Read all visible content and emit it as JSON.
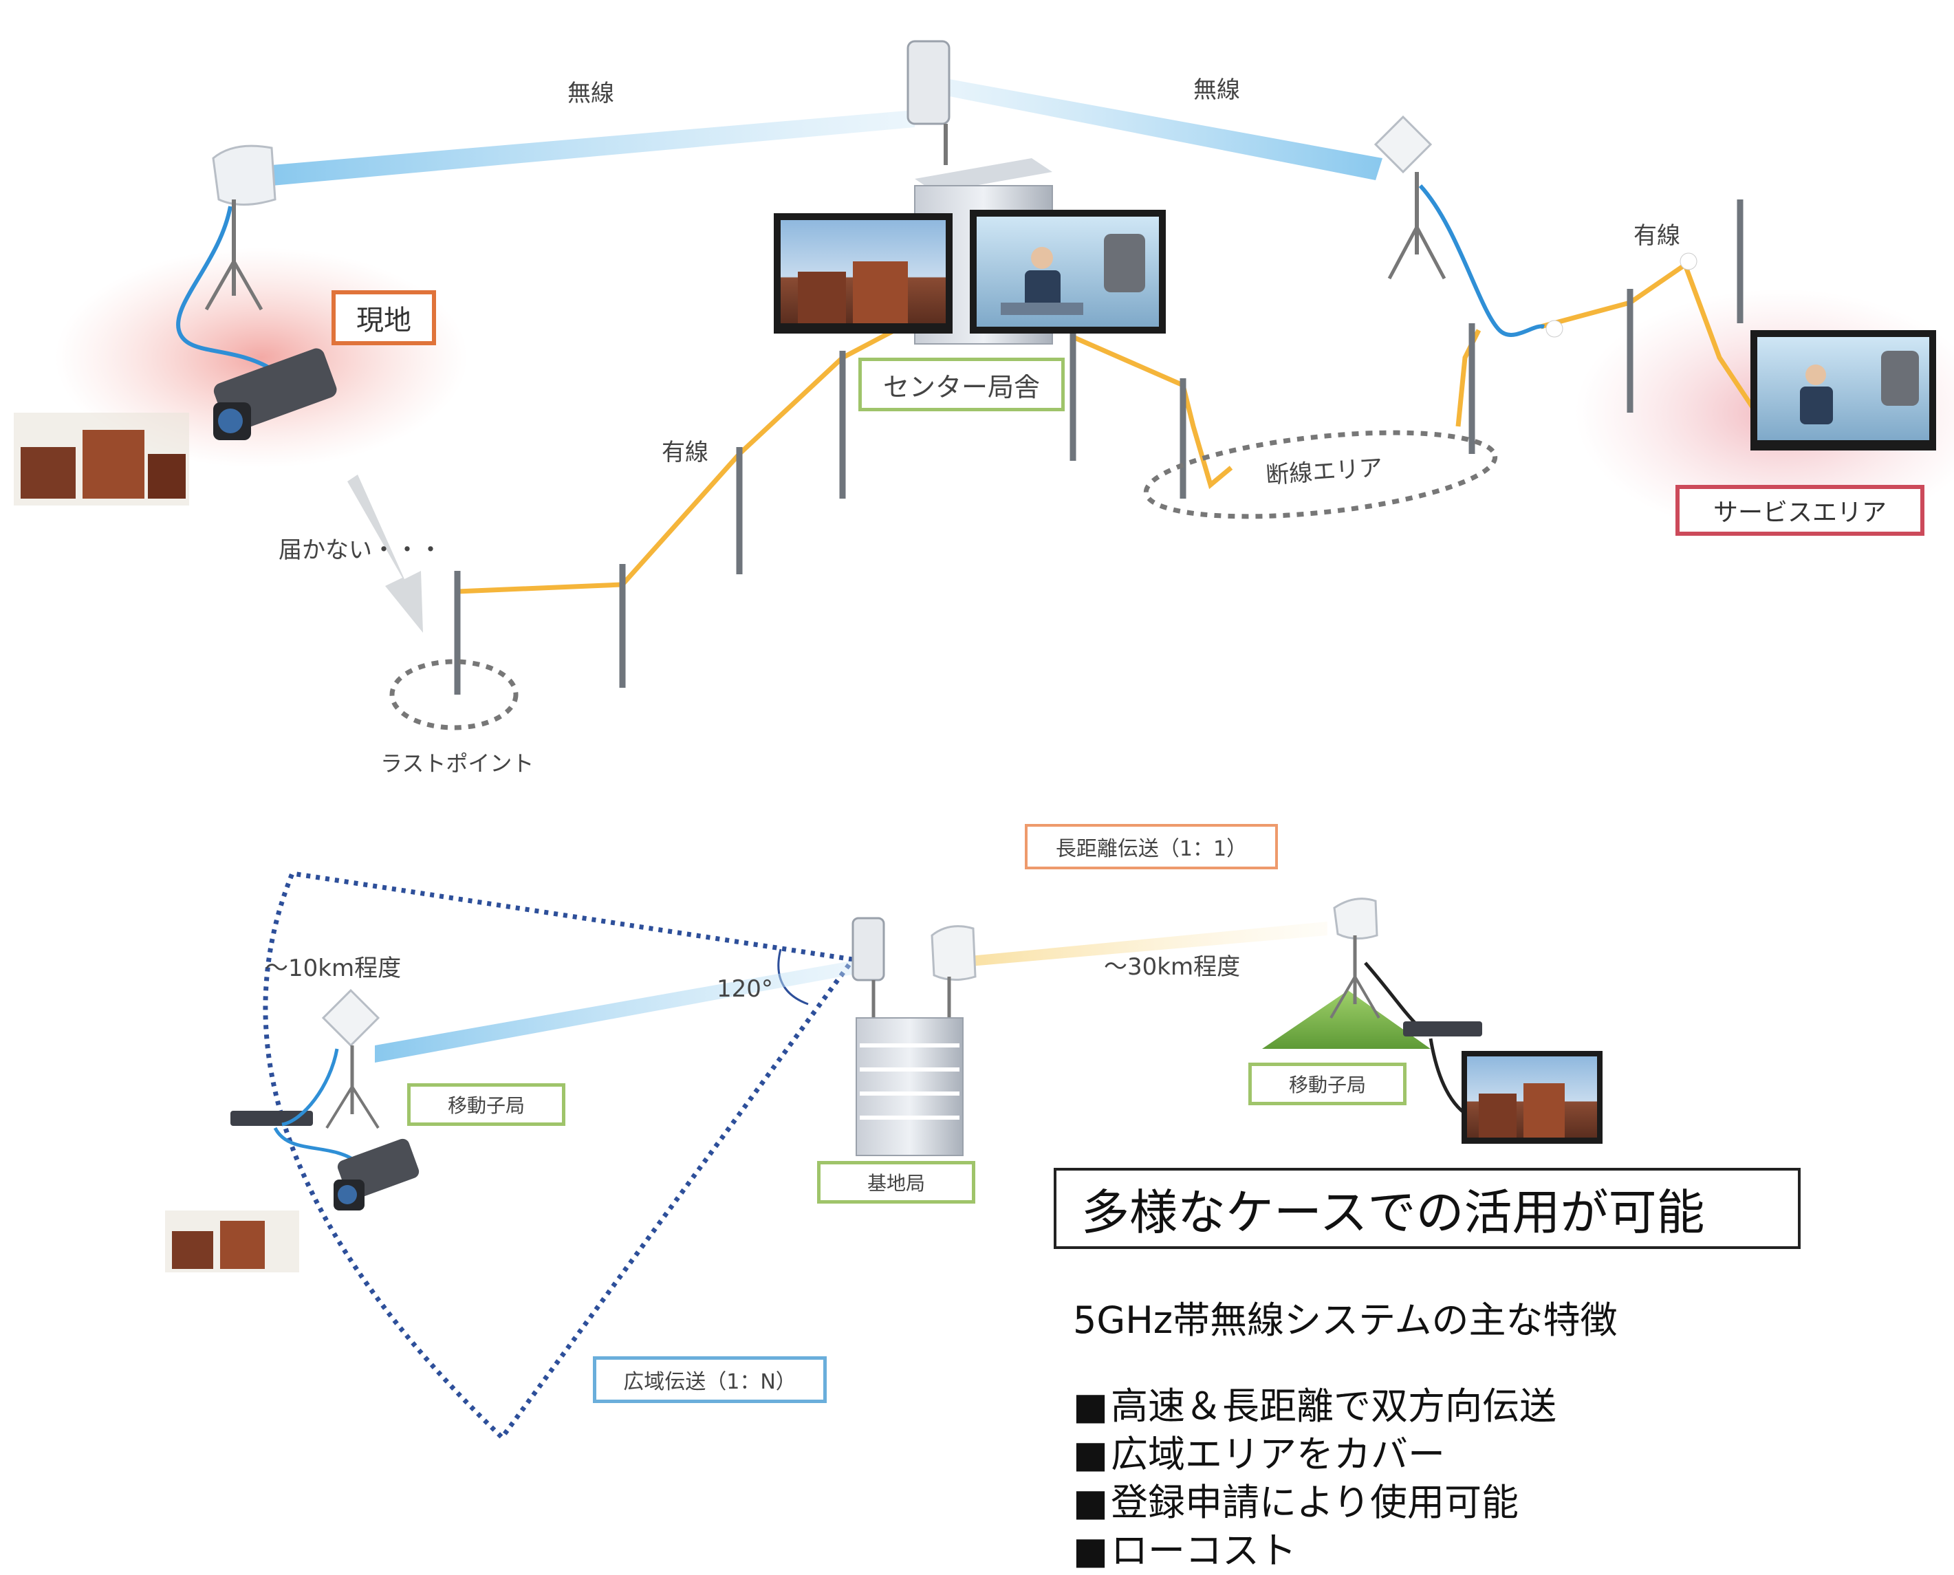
{
  "top_diagram": {
    "wireless_left": "無線",
    "wireless_right": "無線",
    "wired_middle": "有線",
    "wired_right": "有線",
    "site_label": "現地",
    "center_label": "センター局舎",
    "service_area_label": "サービスエリア",
    "broken_area_label": "断線エリア",
    "cannot_reach_label": "届かない・・・",
    "last_point_label": "ラストポイント"
  },
  "bottom_diagram": {
    "long_distance_label": "長距離伝送（1：1）",
    "range_10km": "～10km程度",
    "range_30km": "～30km程度",
    "angle_label": "120°",
    "mobile_sub_left": "移動子局",
    "mobile_sub_right": "移動子局",
    "base_station": "基地局",
    "wide_area_label": "広域伝送（1：N）"
  },
  "summary": {
    "headline": "多様なケースでの活用が可能",
    "features_title": "5GHz帯無線システムの主な特徴",
    "features": [
      "高速＆長距離で双方向伝送",
      "広域エリアをカバー",
      "登録申請により使用可能",
      "ローコスト"
    ]
  },
  "colors": {
    "wire_yellow": "#f5b53a",
    "wire_blue": "#2f8fd6",
    "beam_blue": "#9ed0ee",
    "coverage_dotted": "#2d4f9a",
    "site_glow": "#f3b7b2",
    "ground_green": "#7fb94b"
  }
}
